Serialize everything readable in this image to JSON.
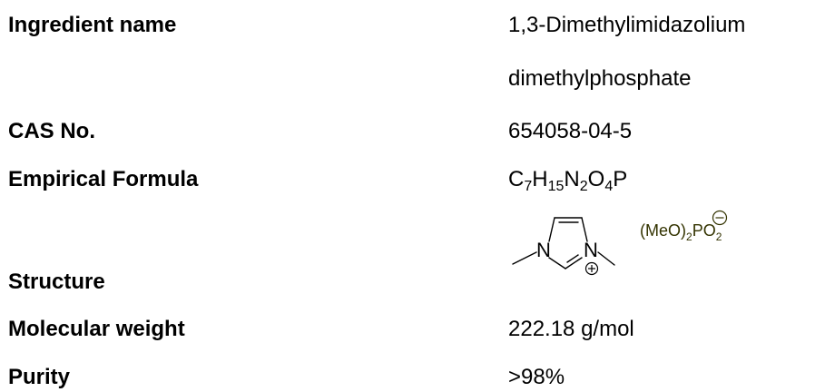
{
  "rows": {
    "ingredient": {
      "label": "Ingredient name",
      "value_line1": "1,3-Dimethylimidazolium",
      "value_line2": "dimethylphosphate"
    },
    "cas": {
      "label": "CAS No.",
      "value": "654058-04-5"
    },
    "formula": {
      "label": "Empirical Formula",
      "parts": [
        "C",
        "7",
        "H",
        "15",
        "N",
        "2",
        "O",
        "4",
        "P"
      ]
    },
    "structure": {
      "label": "Structure",
      "atom_n1": "N",
      "atom_n2": "N",
      "anion_prefix": "(MeO)",
      "anion_sub1": "2",
      "anion_mid": "PO",
      "anion_sub2": "2"
    },
    "mw": {
      "label": "Molecular weight",
      "value": "222.18 g/mol"
    },
    "purity": {
      "label": "Purity",
      "value": ">98%"
    }
  }
}
